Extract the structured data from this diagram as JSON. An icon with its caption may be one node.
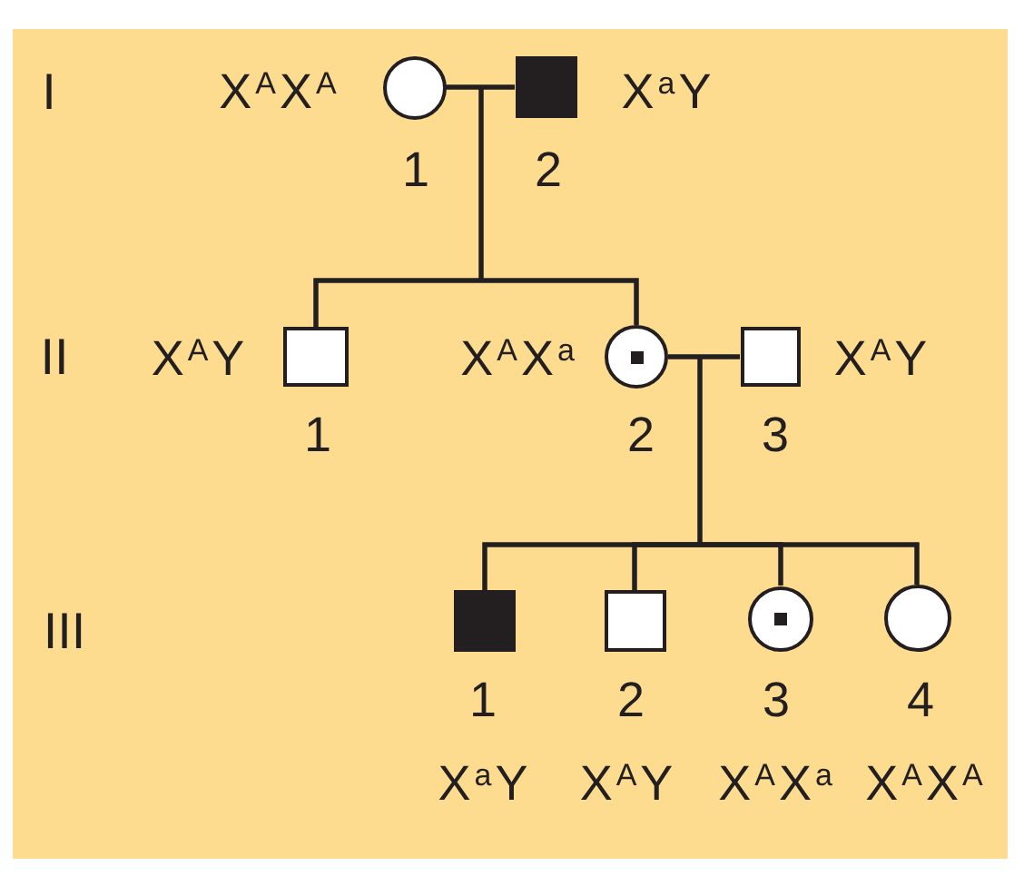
{
  "diagram": {
    "nodes": [
      {
        "text": [],
        "shape": "circle",
        "beside": [
          "1",
          "X$^{A}$X$^{A}$"
        ]
      },
      {
        "text": [],
        "shape": "filled-square",
        "beside": [
          "2",
          "X$^{a}$Y"
        ]
      },
      {
        "text": [],
        "shape": "square",
        "beside": [
          "1",
          "X$^{A}$Y"
        ]
      },
      {
        "text": [],
        "shape": "dotted-circle",
        "beside": [
          "2",
          "X$^{A}$X$^{a}$"
        ]
      },
      {
        "text": [],
        "shape": "square",
        "beside": [
          "3",
          "X$^{A}$Y"
        ]
      },
      {
        "text": [],
        "shape": "filled-square",
        "beside": [
          "1",
          "X$^{a}$Y"
        ]
      },
      {
        "text": [],
        "shape": "square",
        "beside": [
          "2",
          "X$^{A}$Y"
        ]
      },
      {
        "text": [],
        "shape": "dotted-circle",
        "beside": [
          "3",
          "X$^{A}$X$^{a}$"
        ]
      },
      {
        "text": [],
        "shape": "circle",
        "beside": [
          "4",
          "X$^{A}$X$^{A}$"
        ]
      }
    ],
    "edges": [
      {
        "from": 0,
        "to": 1,
        "arrow": "none"
      },
      {
        "from": 0,
        "to": 2,
        "arrow": "none"
      },
      {
        "from": 0,
        "to": 3,
        "arrow": "none"
      },
      {
        "from": 1,
        "to": 2,
        "arrow": "none"
      },
      {
        "from": 1,
        "to": 3,
        "arrow": "none"
      },
      {
        "from": 3,
        "to": 4,
        "arrow": "none"
      },
      {
        "from": 3,
        "to": 5,
        "arrow": "none"
      },
      {
        "from": 3,
        "to": 6,
        "arrow": "none"
      },
      {
        "from": 3,
        "to": 7,
        "arrow": "none"
      },
      {
        "from": 3,
        "to": 8,
        "arrow": "none"
      },
      {
        "from": 4,
        "to": 5,
        "arrow": "none"
      },
      {
        "from": 4,
        "to": 6,
        "arrow": "none"
      },
      {
        "from": 4,
        "to": 7,
        "arrow": "none"
      },
      {
        "from": 4,
        "to": 8,
        "arrow": "none"
      }
    ],
    "labels": [
      "I",
      "II",
      "III"
    ]
  }
}
